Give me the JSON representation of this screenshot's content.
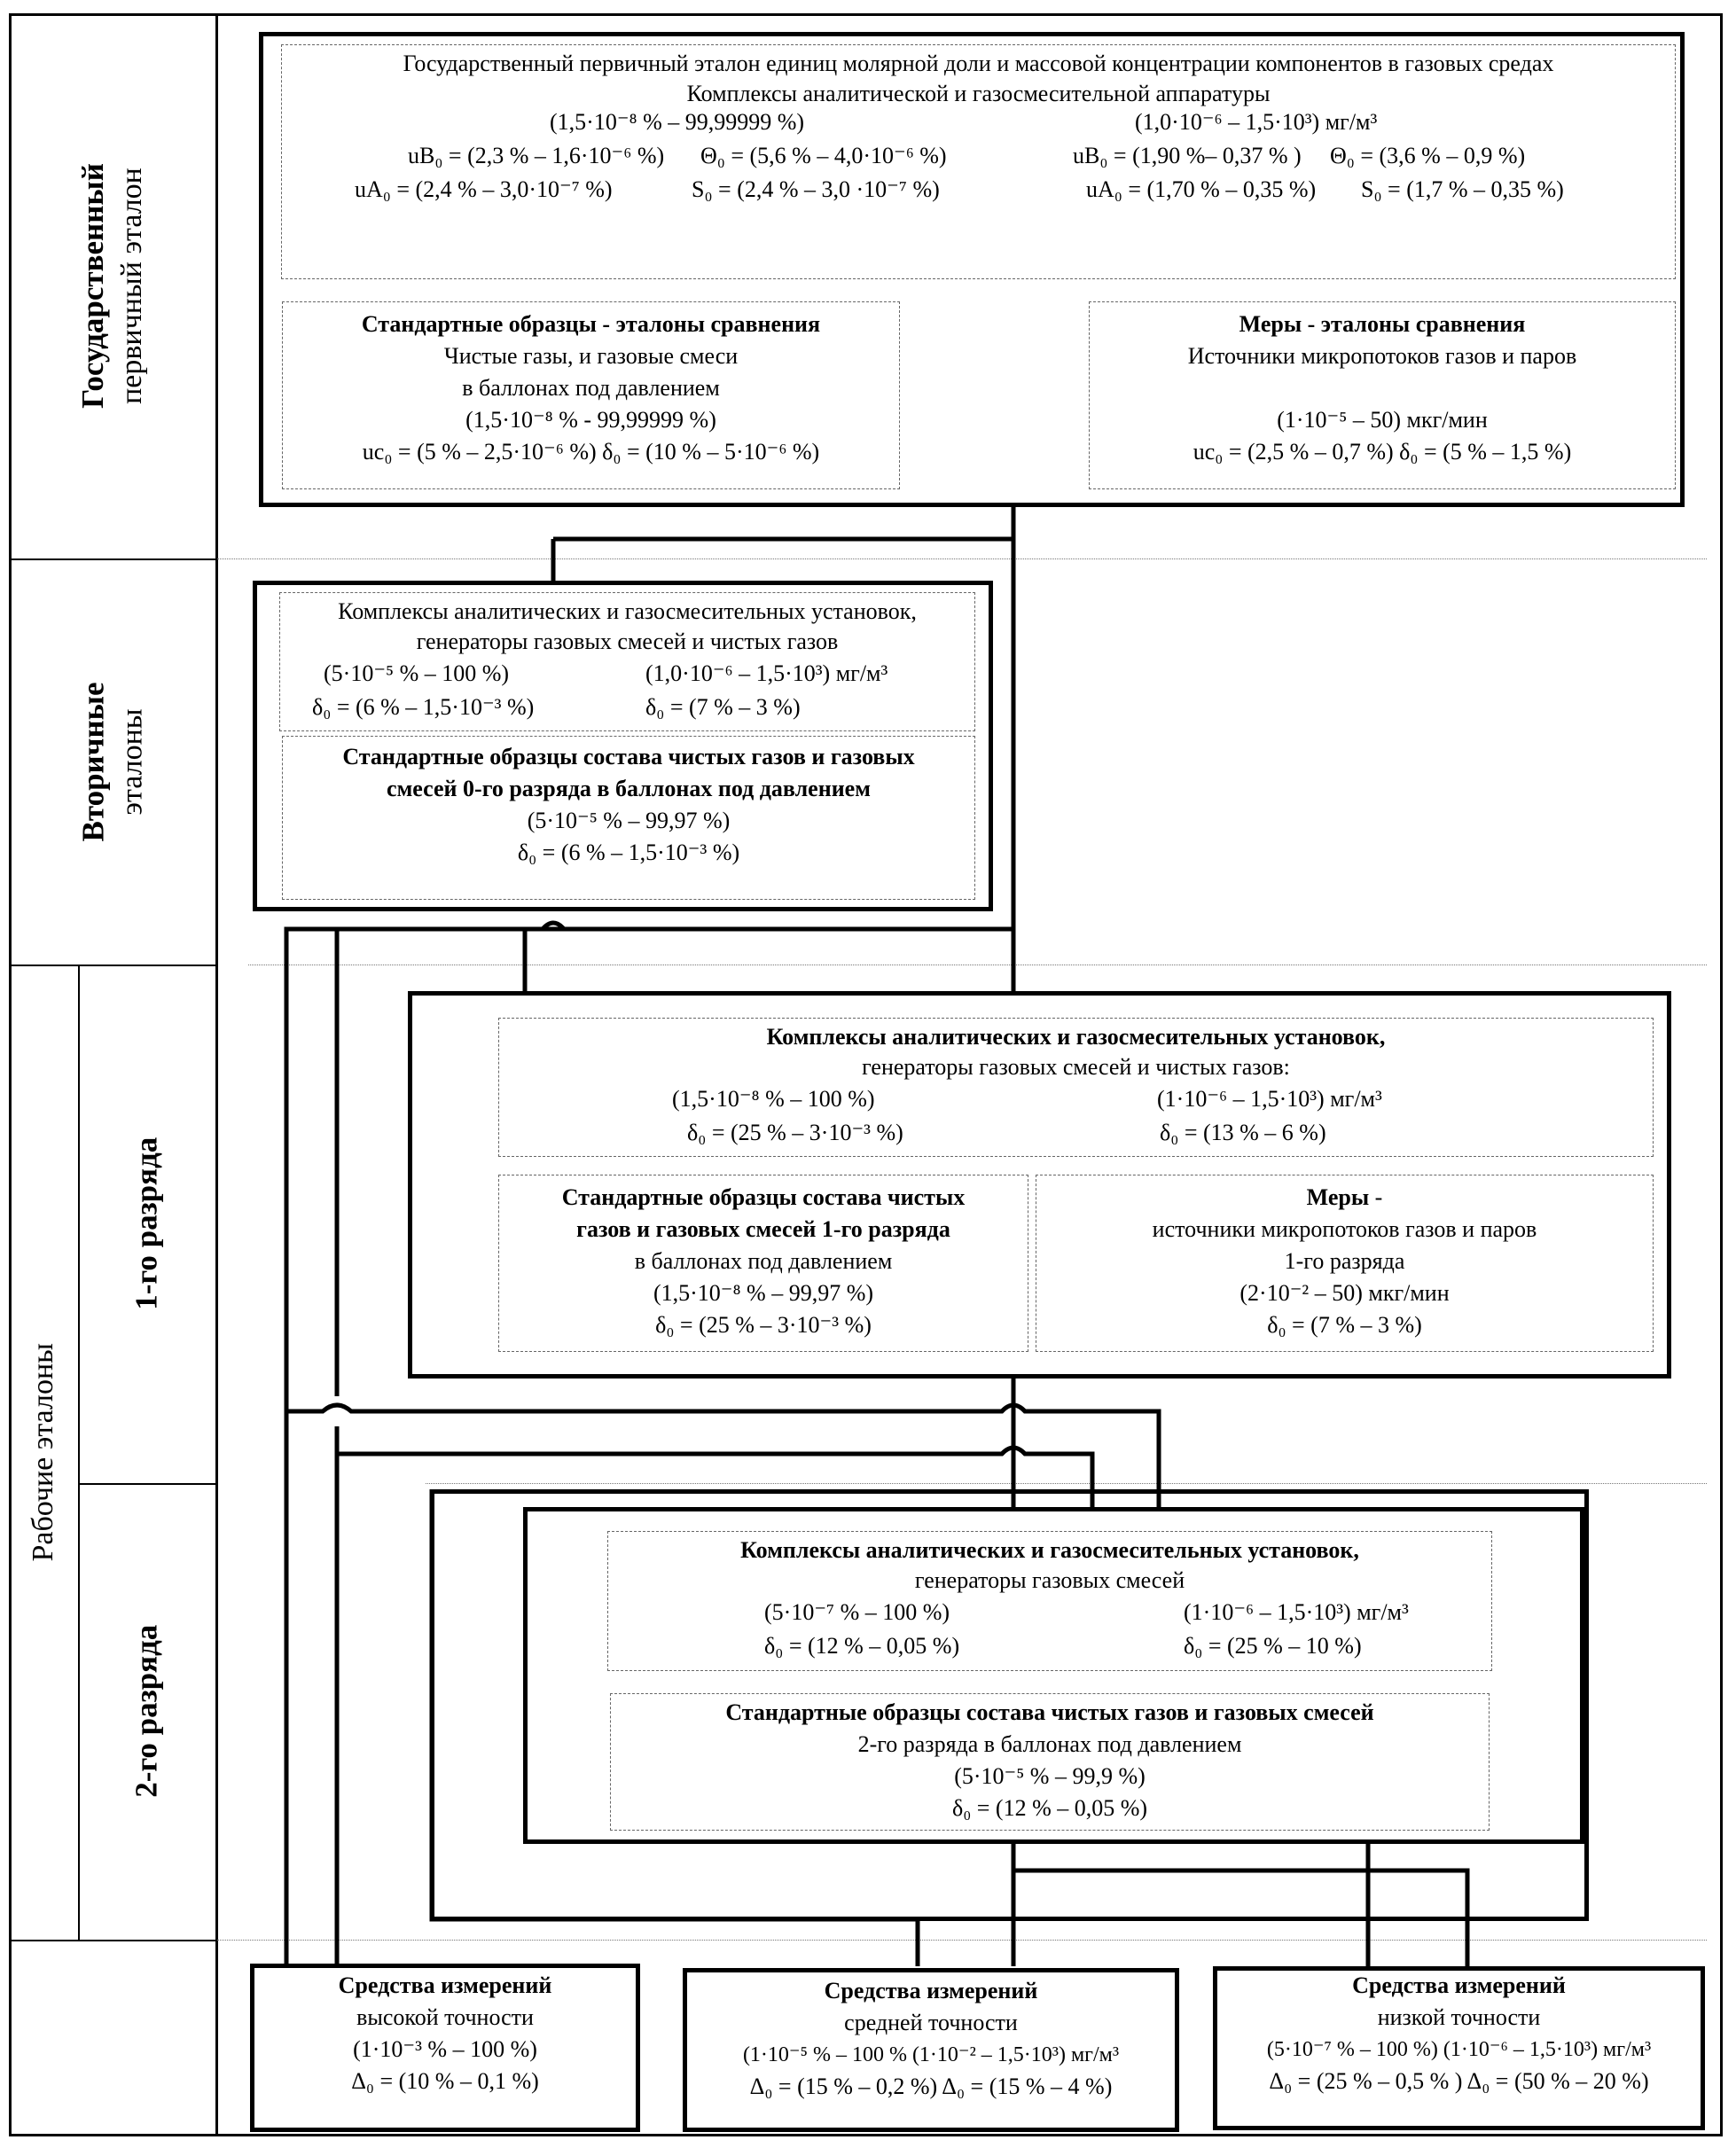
{
  "side_labels": {
    "state_bold": "Государственный",
    "state_normal": "первичный эталон",
    "secondary_bold": "Вторичные",
    "secondary_normal": "эталоны",
    "working": "Рабочие эталоны",
    "grade1": "1-го разряда",
    "grade2": "2-го разряда"
  },
  "primary": {
    "complex": {
      "title": "Государственный первичный эталон единиц молярной доли и массовой концентрации компонентов в газовых средах",
      "subtitle": "Комплексы аналитической и газосмесительной аппаратуры",
      "range_left": "(1,5·10⁻⁸ % – 99,99999 %)",
      "range_right": "(1,0·10⁻⁶ – 1,5·10³) мг/м³",
      "ub_left": "uB₀ = (2,3 % – 1,6·10⁻⁶ %)",
      "theta_left": "Θ₀ = (5,6 % – 4,0·10⁻⁶ %)",
      "ub_right": "uB₀ = (1,90 %– 0,37 % )",
      "theta_right": "Θ₀ = (3,6 % – 0,9 %)",
      "ua_left": "uA₀ = (2,4 % – 3,0·10⁻⁷ %)",
      "s_left": "S₀ = (2,4 % – 3,0 ·10⁻⁷ %)",
      "ua_right": "uA₀ = (1,70 % – 0,35 %)",
      "s_right": "S₀ = (1,7 % – 0,35 %)"
    },
    "standards": {
      "title": "Стандартные образцы - эталоны сравнения",
      "line1": "Чистые газы, и газовые смеси",
      "line2": "в баллонах под давлением",
      "range": "(1,5·10⁻⁸ % - 99,99999 %)",
      "uncert": "uc₀ = (5 % – 2,5·10⁻⁶ %)     δ₀ = (10 % – 5·10⁻⁶ %)"
    },
    "measures": {
      "title": "Меры - эталоны сравнения",
      "line1": "Источники микропотоков газов и паров",
      "range": "(1·10⁻⁵ – 50) мкг/мин",
      "uncert": "uc₀ = (2,5 % – 0,7 %)     δ₀ = (5 % – 1,5 %)"
    }
  },
  "secondary": {
    "complex": {
      "line1": "Комплексы аналитических и газосмесительных установок,",
      "line2": "генераторы газовых смесей и чистых газов",
      "range_left": "(5·10⁻⁵ % – 100 %)",
      "range_right": "(1,0·10⁻⁶ – 1,5·10³) мг/м³",
      "delta_left": "δ₀ = (6 % – 1,5·10⁻³ %)",
      "delta_right": "δ₀ = (7 % – 3 %)"
    },
    "standards": {
      "line1": "Стандартные образцы состава чистых газов и газовых",
      "line2": "смесей 0-го разряда в баллонах под давлением",
      "range": "(5·10⁻⁵ % – 99,97 %)",
      "delta": "δ₀ = (6 % – 1,5·10⁻³ %)"
    }
  },
  "grade1": {
    "complex": {
      "line1": "Комплексы аналитических и газосмесительных установок,",
      "line2": "генераторы газовых смесей и чистых газов:",
      "range_left": "(1,5·10⁻⁸ % – 100 %)",
      "range_right": "(1·10⁻⁶ – 1,5·10³) мг/м³",
      "delta_left": "δ₀ = (25 % – 3·10⁻³ %)",
      "delta_right": "δ₀ = (13 % – 6 %)"
    },
    "standards": {
      "line1": "Стандартные образцы состава чистых",
      "line2": "газов и газовых смесей 1-го разряда",
      "line3": "в баллонах под давлением",
      "range": "(1,5·10⁻⁸ % – 99,97 %)",
      "delta": "δ₀ = (25 % – 3·10⁻³ %)"
    },
    "measures": {
      "title": "Меры",
      "title_suffix": " -",
      "line1": "источники микропотоков газов и паров",
      "line2": "1-го разряда",
      "range": "(2·10⁻² – 50) мкг/мин",
      "delta": "δ₀ = (7 % – 3 %)"
    }
  },
  "grade2": {
    "complex": {
      "line1": "Комплексы аналитических и газосмесительных установок,",
      "line2": "генераторы газовых смесей",
      "range_left": "(5·10⁻⁷  % – 100 %)",
      "range_right": "(1·10⁻⁶ – 1,5·10³) мг/м³",
      "delta_left": "δ₀ = (12 % – 0,05 %)",
      "delta_right": "δ₀ = (25 % – 10 %)"
    },
    "standards": {
      "line1": "Стандартные образцы состава чистых газов и  газовых смесей",
      "line2": "2-го разряда в баллонах под давлением",
      "range": "(5·10⁻⁵ % – 99,9 %)",
      "delta": "δ₀ = (12 % – 0,05 %)"
    }
  },
  "instruments": {
    "high": {
      "title": "Средства измерений",
      "subtitle": "высокой точности",
      "range": "(1·10⁻³ % – 100 %)",
      "delta": "Δ₀ = (10 % – 0,1 %)"
    },
    "medium": {
      "title": "Средства измерений",
      "subtitle": "средней точности",
      "range": "(1·10⁻⁵ % – 100 %  (1·10⁻² – 1,5·10³) мг/м³",
      "delta": "Δ₀ = (15 % – 0,2 %)     Δ₀ = (15 % – 4 %)"
    },
    "low": {
      "title": "Средства измерений",
      "subtitle": "низкой точности",
      "range": "(5·10⁻⁷ % – 100 %)   (1·10⁻⁶ – 1,5·10³) мг/м³",
      "delta": "Δ₀ = (25 % – 0,5 % )    Δ₀ = (50 % – 20 %)"
    }
  }
}
